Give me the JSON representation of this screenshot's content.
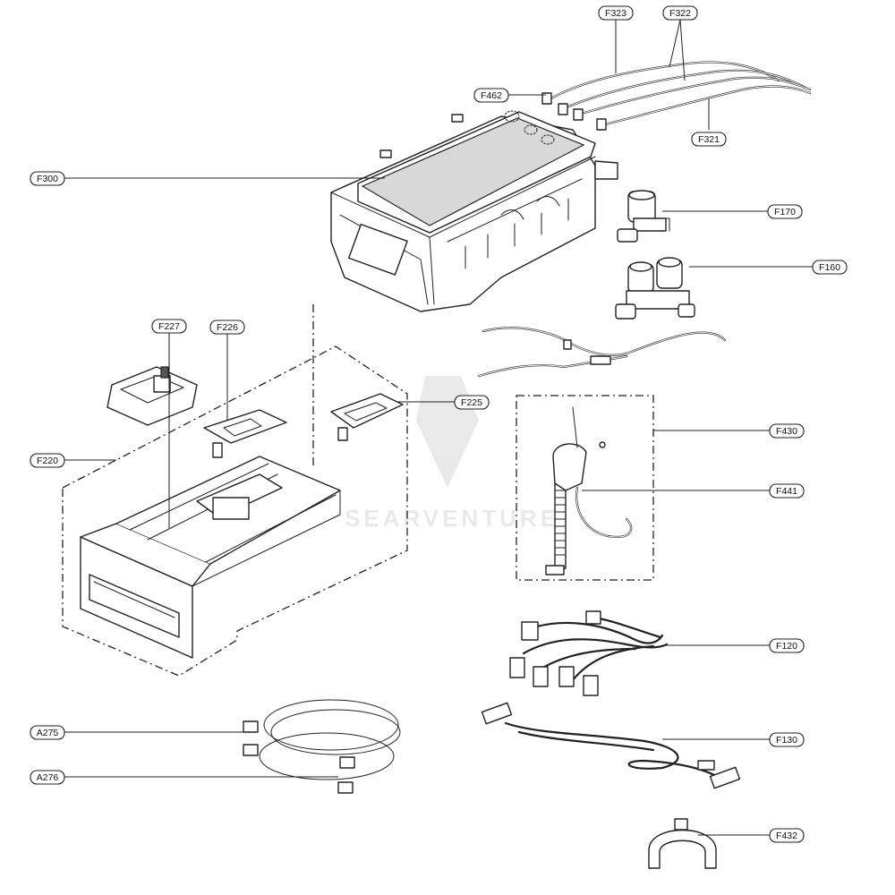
{
  "callouts": [
    {
      "id": "F323",
      "text": "F323"
    },
    {
      "id": "F322",
      "text": "F322"
    },
    {
      "id": "F462",
      "text": "F462"
    },
    {
      "id": "F321",
      "text": "F321"
    },
    {
      "id": "F300",
      "text": "F300"
    },
    {
      "id": "F170",
      "text": "F170"
    },
    {
      "id": "F160",
      "text": "F160"
    },
    {
      "id": "F227",
      "text": "F227"
    },
    {
      "id": "F226",
      "text": "F226"
    },
    {
      "id": "F225",
      "text": "F225"
    },
    {
      "id": "F220",
      "text": "F220"
    },
    {
      "id": "F430",
      "text": "F430"
    },
    {
      "id": "F441",
      "text": "F441"
    },
    {
      "id": "F120",
      "text": "F120"
    },
    {
      "id": "F130",
      "text": "F130"
    },
    {
      "id": "A275",
      "text": "A275"
    },
    {
      "id": "A276",
      "text": "A276"
    },
    {
      "id": "F432",
      "text": "F432"
    }
  ],
  "watermark": "SEARVENTURE"
}
